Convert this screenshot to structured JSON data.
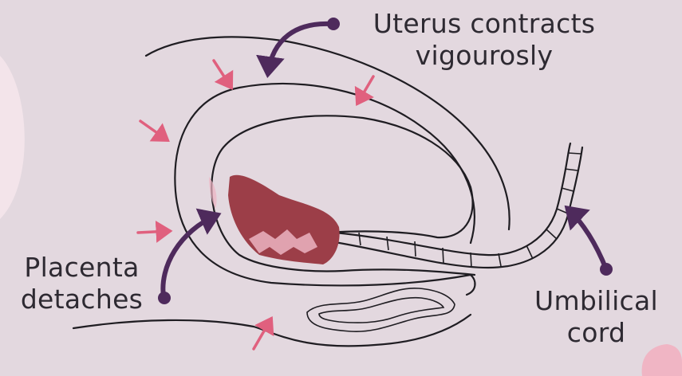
{
  "labels": {
    "uterus": {
      "line1": "Uterus contracts",
      "line2": "vigourosly"
    },
    "placenta": {
      "line1": "Placenta",
      "line2": "detaches"
    },
    "cord": {
      "line1": "Umbilical",
      "line2": "cord"
    }
  },
  "colors": {
    "background": "#e3d8df",
    "outline": "#1f1d22",
    "pointer_arrow": "#4e2a5c",
    "contraction_arrow": "#e0607e",
    "placenta": "#9c3e48",
    "placenta_highlight": "#ecb4c2",
    "text": "#2e2a32"
  },
  "icons": [
    "contraction-arrow-icon",
    "pointer-arrow-icon"
  ]
}
